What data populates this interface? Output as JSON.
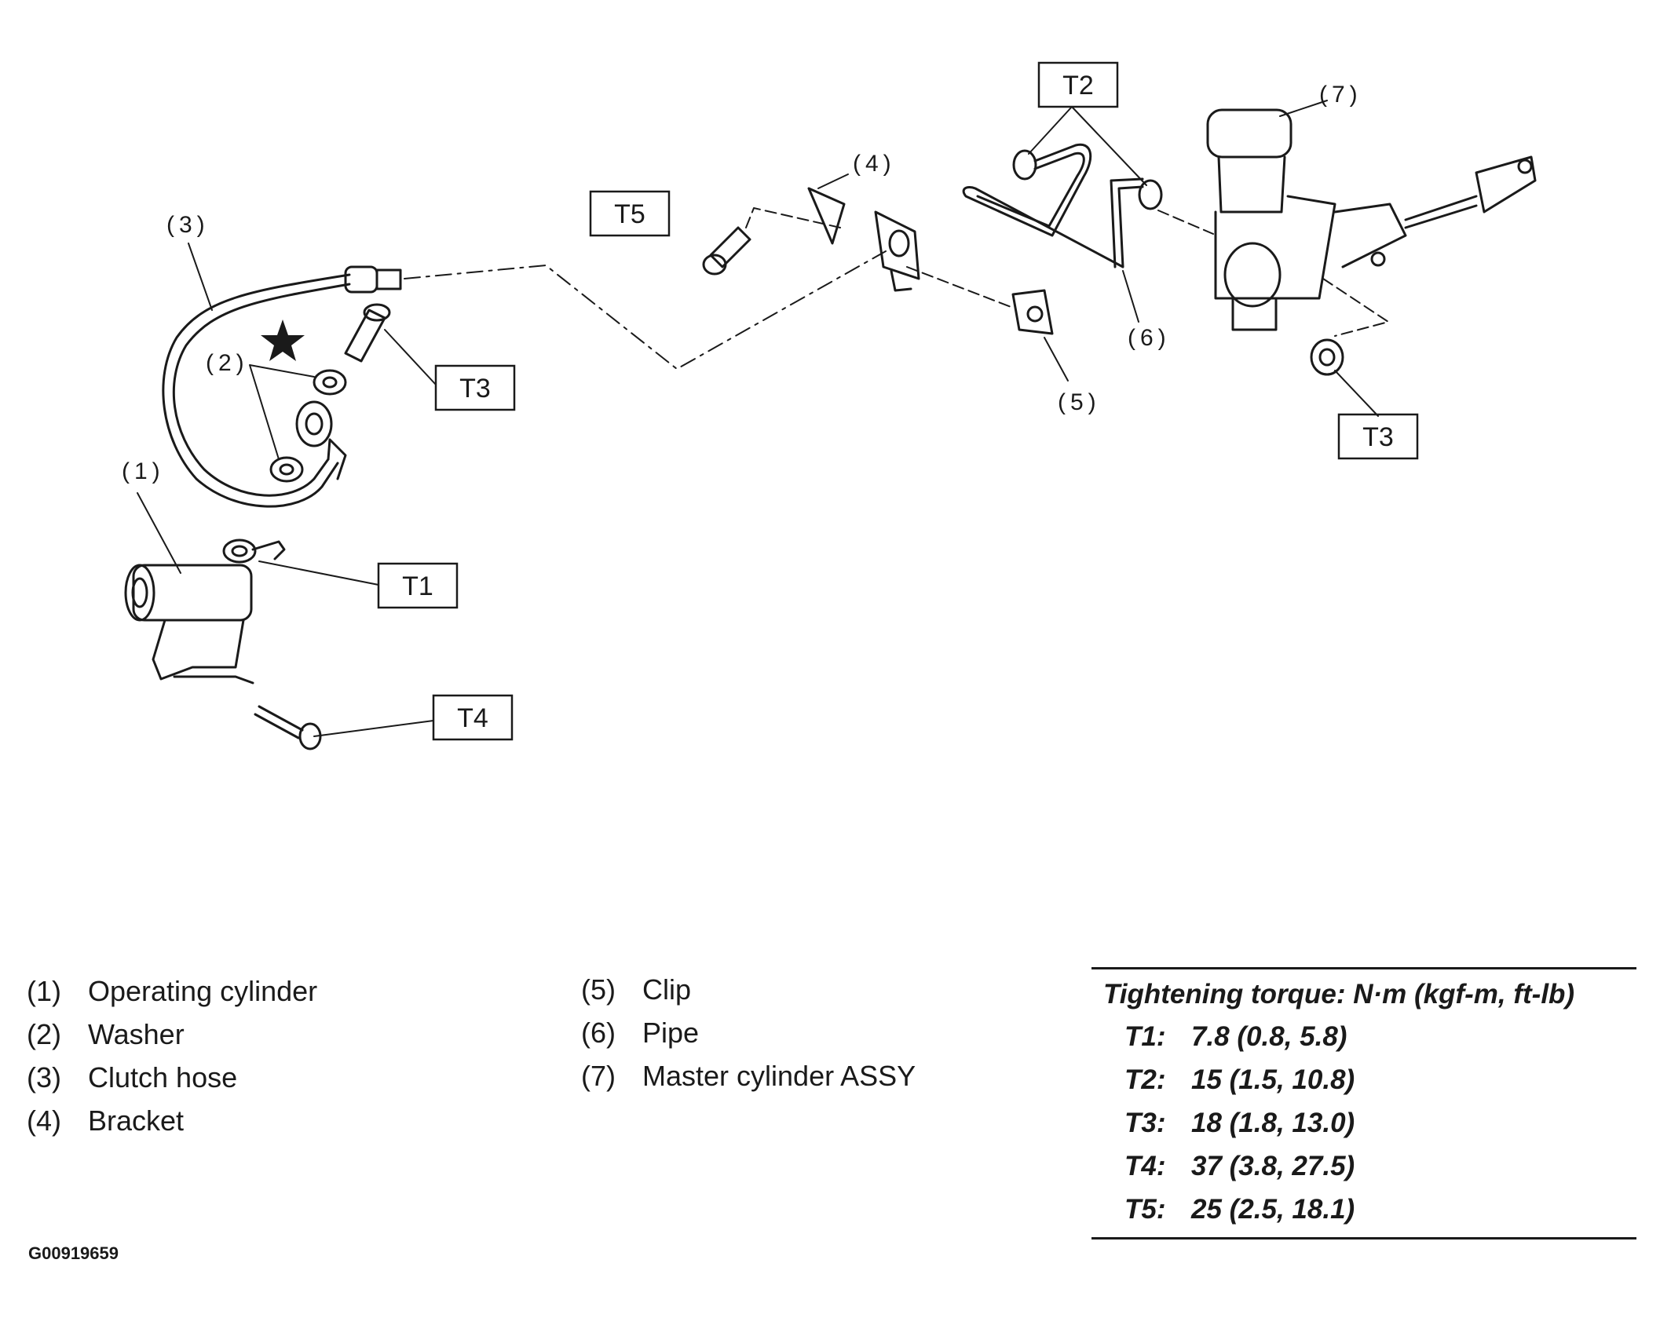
{
  "callouts": {
    "c1": "(1)",
    "c2": "(2)",
    "c3": "(3)",
    "c4": "(4)",
    "c5": "(5)",
    "c6": "(6)",
    "c7": "(7)"
  },
  "torque_boxes": {
    "t1": "T1",
    "t2": "T2",
    "t3_left": "T3",
    "t3_right": "T3",
    "t4": "T4",
    "t5": "T5"
  },
  "legend_left": [
    {
      "num": "(1)",
      "label": "Operating cylinder"
    },
    {
      "num": "(2)",
      "label": "Washer"
    },
    {
      "num": "(3)",
      "label": "Clutch hose"
    },
    {
      "num": "(4)",
      "label": "Bracket"
    }
  ],
  "legend_mid": [
    {
      "num": "(5)",
      "label": "Clip"
    },
    {
      "num": "(6)",
      "label": "Pipe"
    },
    {
      "num": "(7)",
      "label": "Master cylinder ASSY"
    }
  ],
  "torque": {
    "heading": "Tightening torque: N·m (kgf-m, ft-lb)",
    "rows": [
      {
        "id": "T1:",
        "value": "7.8 (0.8, 5.8)"
      },
      {
        "id": "T2:",
        "value": "15 (1.5, 10.8)"
      },
      {
        "id": "T3:",
        "value": "18 (1.8, 13.0)"
      },
      {
        "id": "T4:",
        "value": "37 (3.8, 27.5)"
      },
      {
        "id": "T5:",
        "value": "25 (2.5, 18.1)"
      }
    ]
  },
  "figure_id": "G00919659"
}
